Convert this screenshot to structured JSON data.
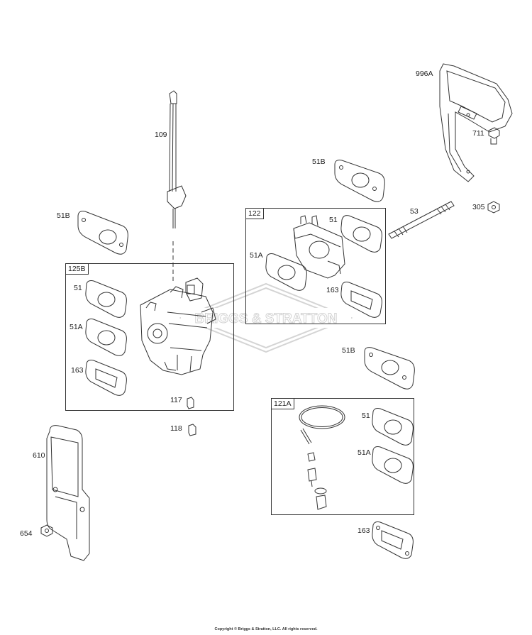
{
  "watermark": {
    "text": "BRIGGS & STRATTON"
  },
  "labels": {
    "p996A": "996A",
    "p711": "711",
    "p109": "109",
    "p51B_top": "51B",
    "p51B_left": "51B",
    "p53": "53",
    "p305": "305",
    "p51B_mid": "51B",
    "p610": "610",
    "p654": "654",
    "p117": "117",
    "p118": "118",
    "p163_bottom": "163"
  },
  "kit_125B": {
    "tag": "125B",
    "items": {
      "a": "51",
      "b": "51A",
      "c": "163"
    }
  },
  "kit_122": {
    "tag": "122",
    "items": {
      "a": "51",
      "b": "51A",
      "c": "163"
    }
  },
  "kit_121A": {
    "tag": "121A",
    "items": {
      "a": "51",
      "b": "51A"
    }
  },
  "footer": {
    "copyright": "Copyright © Briggs & Stratton, LLC. All rights reserved."
  }
}
